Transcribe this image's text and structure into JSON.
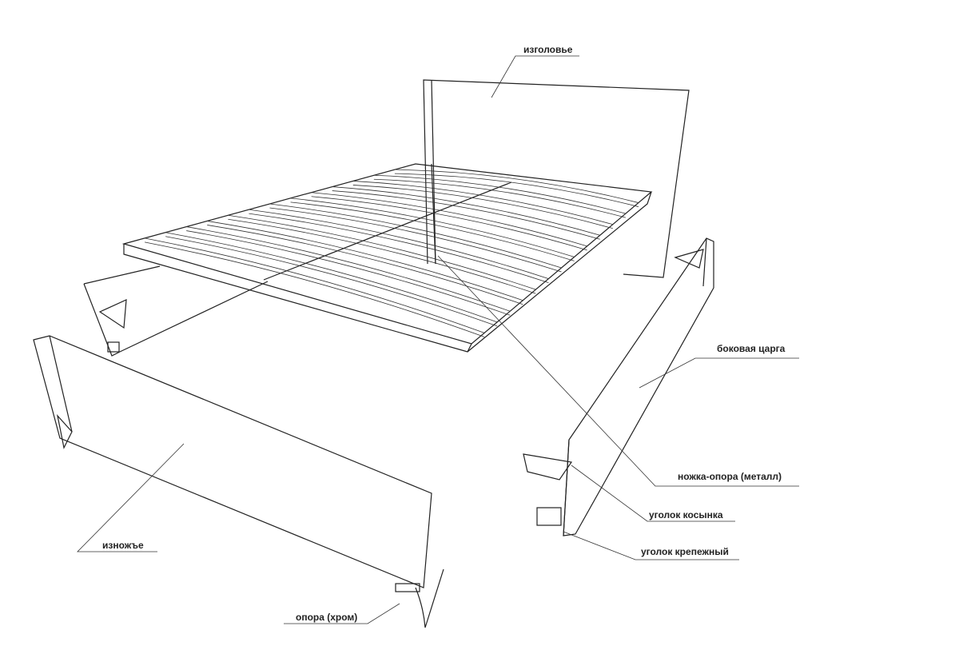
{
  "title": "Сборочная схема кровати",
  "labels": {
    "headboard": "изголовье",
    "side_rail": "боковая царга",
    "leg_support": "ножка-опора (металл)",
    "gusset_corner": "уголок косынка",
    "mounting_corner": "уголок крепежный",
    "footboard": "изножъе",
    "chrome_support": "опора (хром)"
  }
}
